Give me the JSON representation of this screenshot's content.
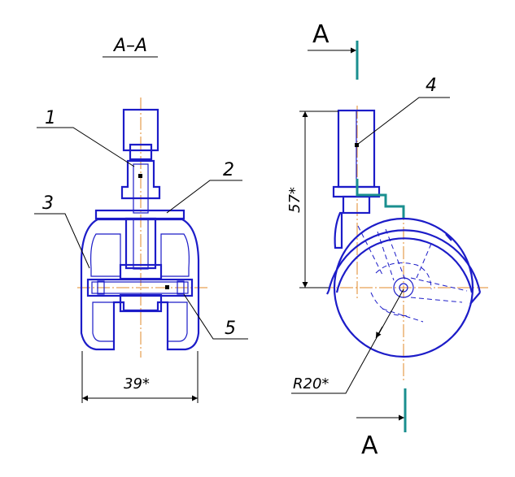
{
  "section_title": "A–A",
  "callouts": [
    "1",
    "2",
    "3",
    "4",
    "5"
  ],
  "dimensions": {
    "width": "39*",
    "height": "57*",
    "radius": "R20*"
  },
  "section_mark": "A",
  "colors": {
    "contour": "#1c1cc8",
    "centerline": "#e08a2a",
    "section_line": "#1a8f8f",
    "dimension": "#000000"
  }
}
